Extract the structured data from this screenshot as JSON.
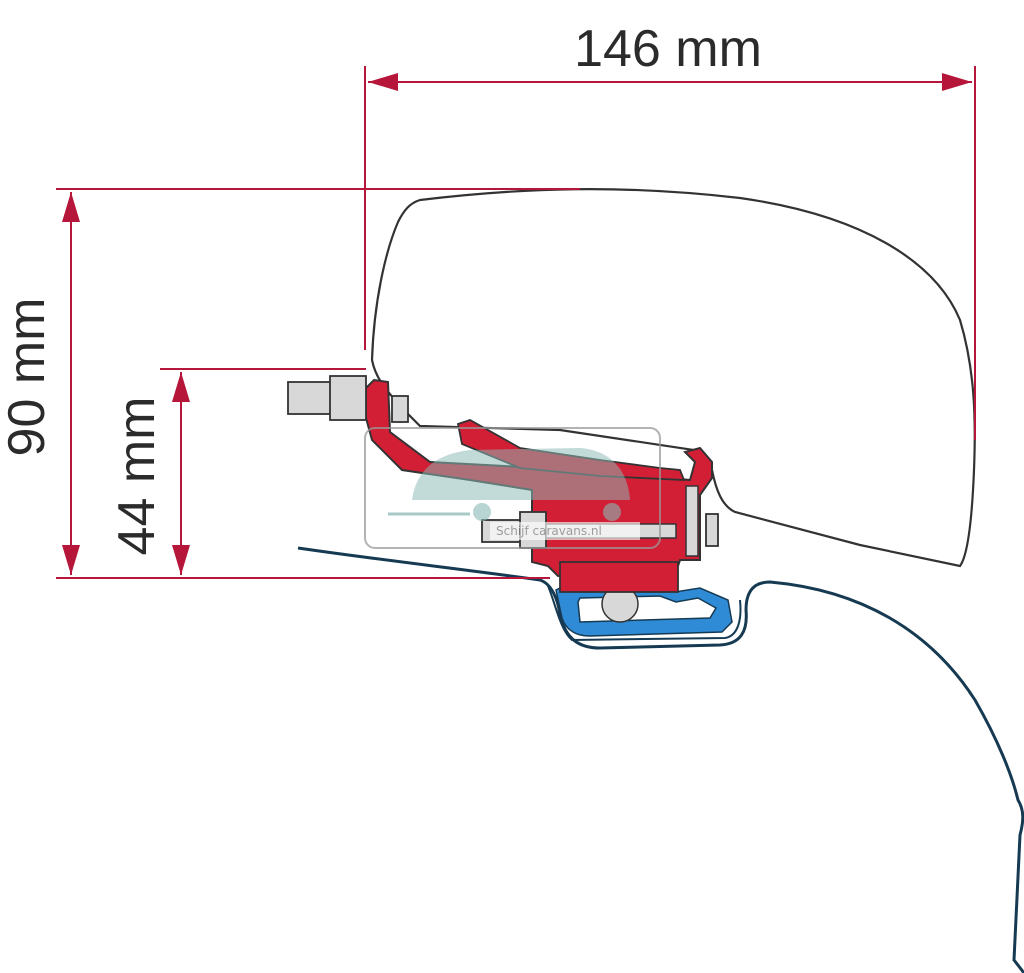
{
  "dimensions": {
    "width_label": "146 mm",
    "height_total_label": "90 mm",
    "height_bracket_label": "44 mm"
  },
  "watermark": {
    "text": "Schijf  caravans.nl"
  },
  "colors": {
    "dimension_lines": "#b5163a",
    "adapter_red": "#d31f36",
    "rail_blue": "#2f8bd6",
    "vehicle_roof": "#163a52",
    "outline": "#333333",
    "watermark": "#8ab9b5"
  }
}
